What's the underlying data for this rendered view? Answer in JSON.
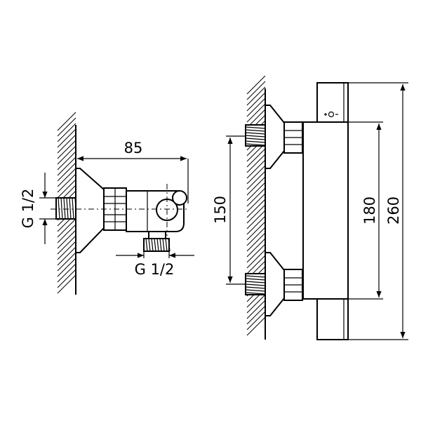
{
  "diagram": {
    "side_view": {
      "width_label": "85",
      "inlet_thread_label": "G 1/2",
      "outlet_thread_label": "G 1/2"
    },
    "front_view": {
      "inlet_spacing_label": "150",
      "body_height_label": "180",
      "total_height_label": "260"
    },
    "colors": {
      "line": "#000000",
      "background": "#ffffff"
    }
  }
}
